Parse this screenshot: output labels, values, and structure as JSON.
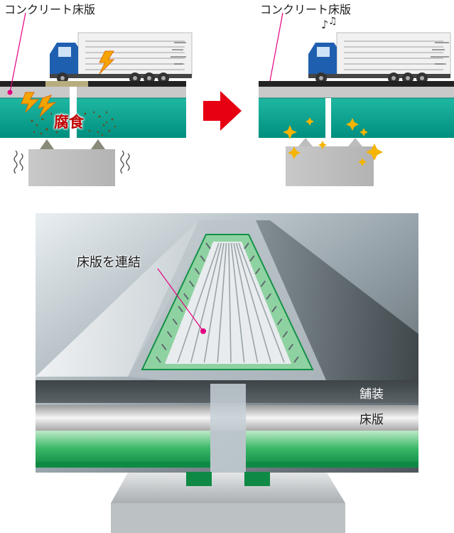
{
  "top_left": {
    "title": "コンクリート床版",
    "corrosion_label": "腐食"
  },
  "top_right": {
    "title": "コンクリート床版"
  },
  "bottom": {
    "deck_connect_label": "床版を連結",
    "pavement_label": "舗装",
    "slab_label": "床版"
  },
  "colors": {
    "teal": "#00a08e",
    "green": "#22a85a",
    "arrow_red": "#e60012",
    "leader_magenta": "#e4007f",
    "spark_yellow": "#f5b400",
    "corrosion_red": "#c00000",
    "truck_blue": "#1f5fb0"
  }
}
